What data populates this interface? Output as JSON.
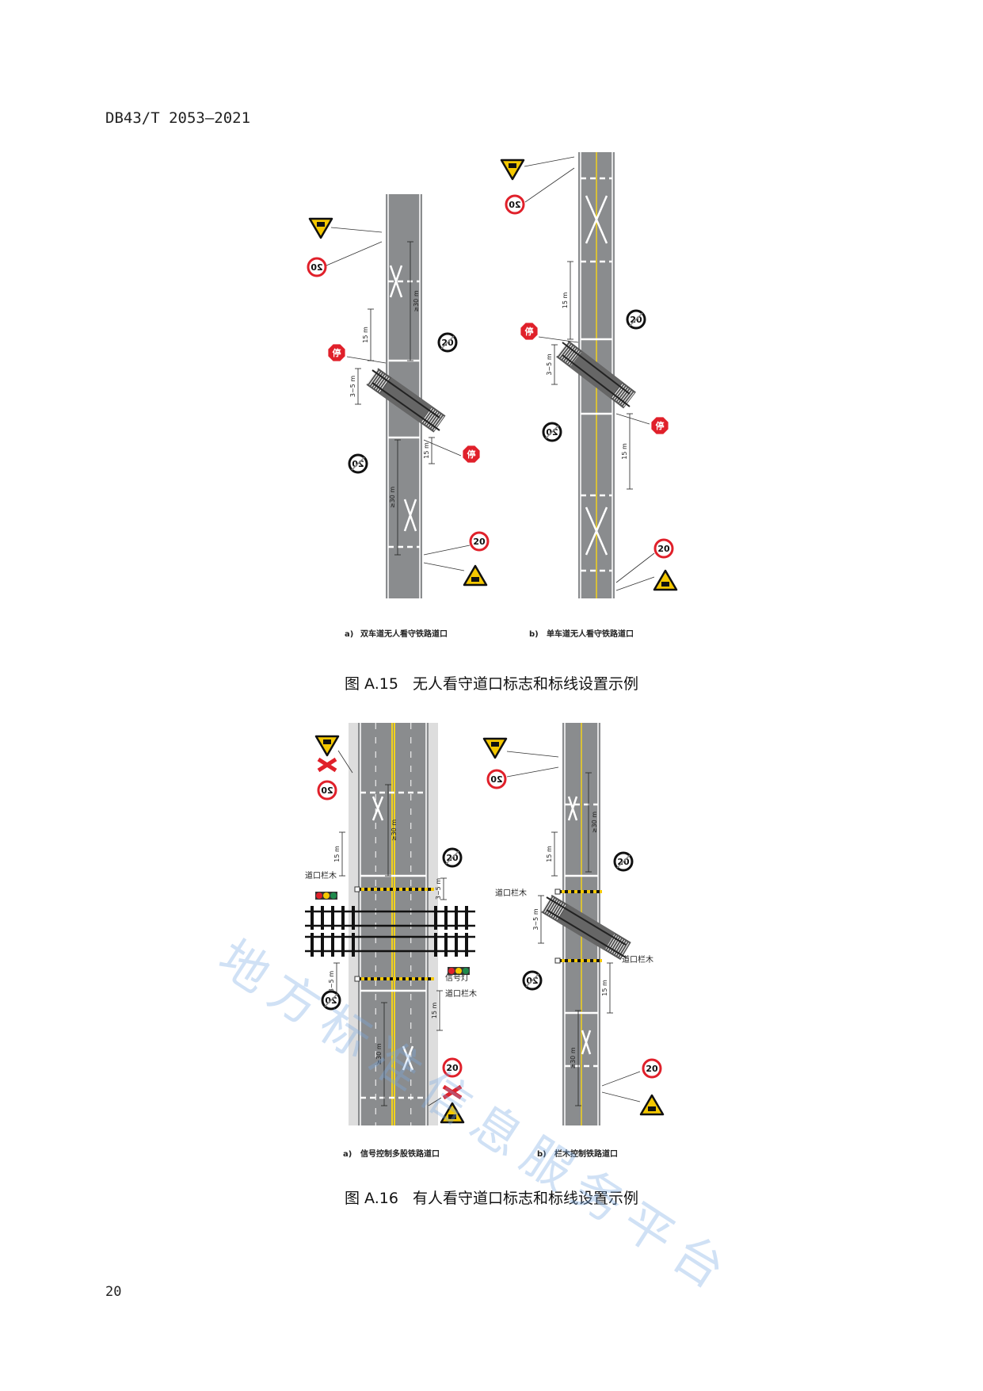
{
  "header": {
    "standard_code": "DB43/T 2053—2021"
  },
  "figure_a15": {
    "number": "图 A.15",
    "title": "无人看守道口标志和标线设置示例",
    "sub_a": {
      "label": "a)",
      "title": "双车道无人看守铁路道口"
    },
    "sub_b": {
      "label": "b)",
      "title": "单车道无人看守铁路道口"
    }
  },
  "figure_a16": {
    "number": "图 A.16",
    "title": "有人看守道口标志和标线设置示例",
    "sub_a": {
      "label": "a)",
      "title": "信号控制多股铁路道口"
    },
    "sub_b": {
      "label": "b)",
      "title": "栏木控制铁路道口"
    },
    "labels": {
      "barrier": "道口栏木",
      "signal_light": "信号灯"
    }
  },
  "signs": {
    "speed_limit": "20",
    "stop": "停"
  },
  "dimensions": {
    "min_30": "≥30 m",
    "d15": "15 m",
    "d3_5": "3~5 m"
  },
  "watermark": "地方标准信息服务平台",
  "page_number": "20",
  "colors": {
    "road": "#8a8c8e",
    "center_line": "#f2d21b",
    "sign_red": "#e0202a",
    "sign_yellow": "#f5c800",
    "watermark": "#78aae1"
  }
}
